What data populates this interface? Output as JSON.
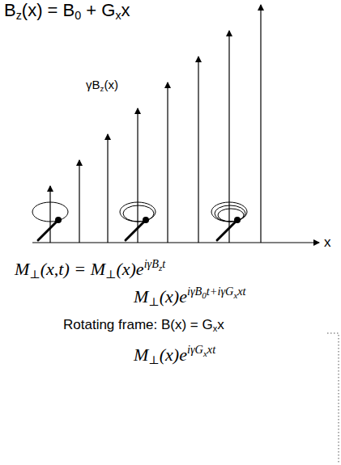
{
  "diagram": {
    "labels": [
      "B",
      "z",
      "(x) = B",
      "0",
      " + G",
      "x",
      "x",
      "γB",
      "z",
      "(x)",
      "x",
      "M",
      "⊥",
      "(x,t) = M",
      "⊥",
      "(x)e",
      "iγB",
      "z",
      "t",
      "M",
      "⊥",
      "(x)e",
      "iγB",
      "0",
      "t+iγG",
      "x",
      "xt",
      "Rotating frame: B(x) = G",
      "x",
      "x",
      "M",
      "⊥",
      "(x)e",
      "iγG",
      "x",
      "xt"
    ]
  }
}
